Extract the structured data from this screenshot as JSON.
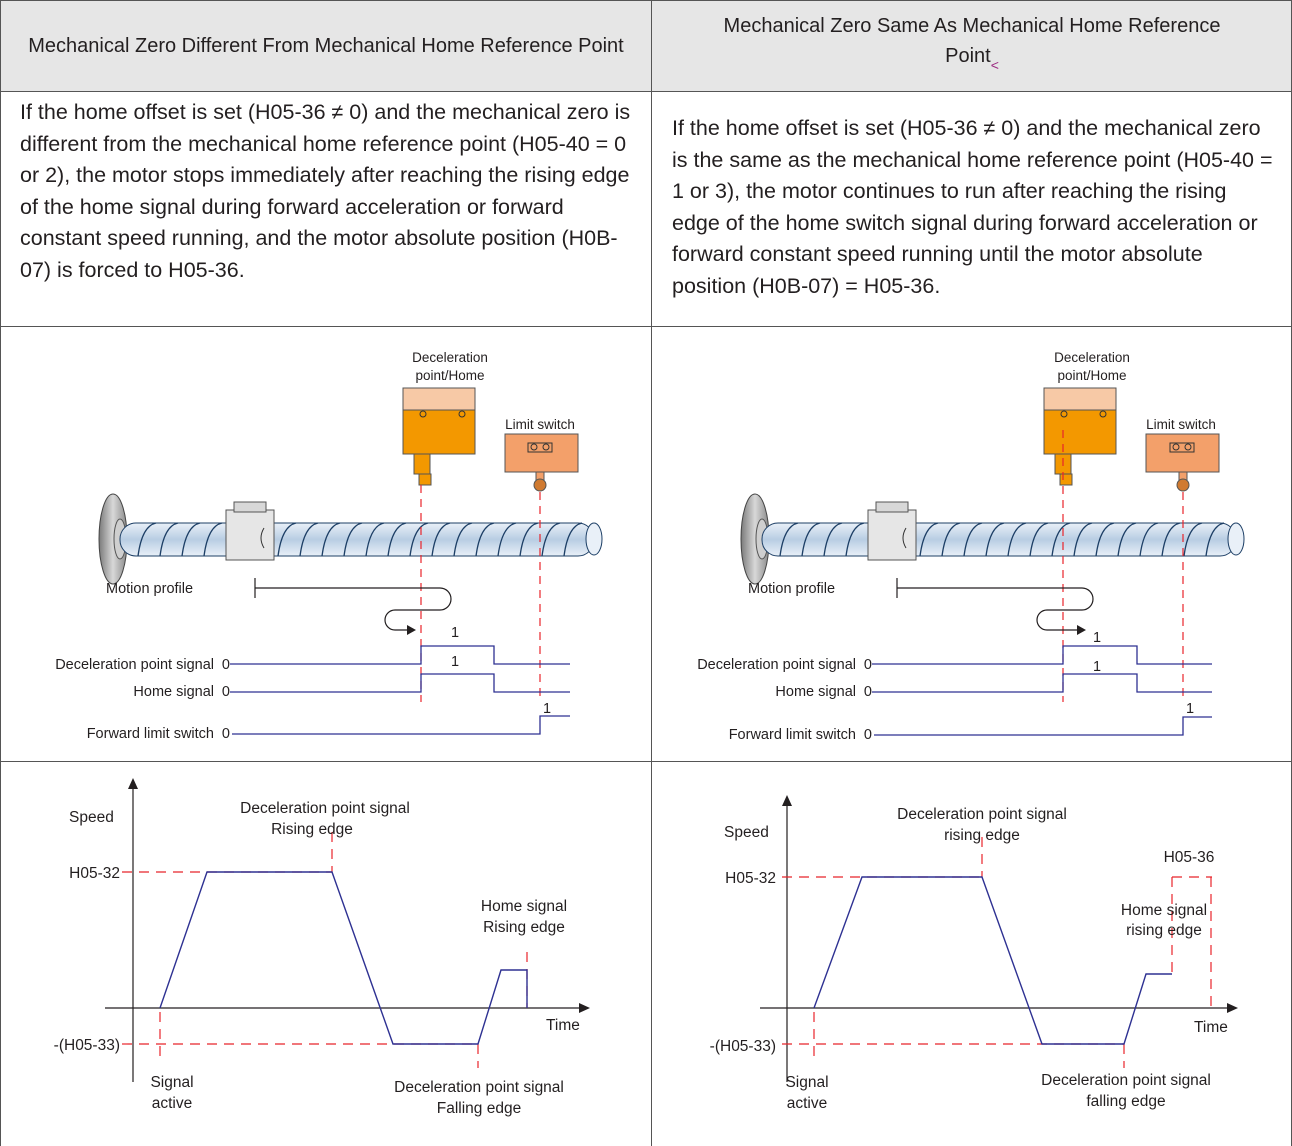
{
  "table": {
    "left": {
      "header": "Mechanical Zero Different From Mechanical Home Reference Point",
      "description": "If the home offset is set (H05-36 ≠ 0) and the mechanical zero is different from the mechanical home reference point (H05-40 = 0 or 2), the motor stops immediately after reaching the rising edge of the home signal during forward acceleration or forward constant speed running, and the motor absolute position (H0B-07) is forced to H05-36.",
      "mechanism": {
        "decel_label_1": "Deceleration",
        "decel_label_2": "point/Home",
        "limit_label": "Limit switch",
        "motion_profile": "Motion profile",
        "signals": [
          {
            "name": "Deceleration point signal",
            "low": "0",
            "high": "1"
          },
          {
            "name": "Home signal",
            "low": "0",
            "high": "1"
          },
          {
            "name": "Forward limit switch",
            "low": "0",
            "high": "1"
          }
        ]
      },
      "speed_chart": {
        "ylabel": "Speed",
        "xlabel": "Time",
        "y_pos": "H05-32",
        "y_neg": "-(H05-33)",
        "ann_decel_rise_1": "Deceleration point signal",
        "ann_decel_rise_2": "Rising edge",
        "ann_home_1": "Home signal",
        "ann_home_2": "Rising edge",
        "ann_signal_1": "Signal",
        "ann_signal_2": "active",
        "ann_decel_fall_1": "Deceleration point signal",
        "ann_decel_fall_2": "Falling edge"
      }
    },
    "right": {
      "header_line1": "Mechanical Zero Same As Mechanical Home Reference",
      "header_line2": "Point",
      "header_mark": "<",
      "description": "If the home offset is set (H05-36 ≠ 0) and the mechanical zero is the same as the mechanical home reference point (H05-40 = 1 or 3), the motor continues to run after reaching the rising edge of the home switch signal during forward acceleration or forward constant speed running until the motor absolute position (H0B-07) = H05-36.",
      "mechanism": {
        "decel_label_1": "Deceleration",
        "decel_label_2": "point/Home",
        "limit_label": "Limit switch",
        "motion_profile": "Motion profile",
        "signals": [
          {
            "name": "Deceleration point signal",
            "low": "0",
            "high": "1"
          },
          {
            "name": "Home signal",
            "low": "0",
            "high": "1"
          },
          {
            "name": "Forward limit switch",
            "low": "0",
            "high": "1"
          }
        ]
      },
      "speed_chart": {
        "ylabel": "Speed",
        "xlabel": "Time",
        "y_pos": "H05-32",
        "y_neg": "-(H05-33)",
        "y_offset": "H05-36",
        "ann_decel_rise_1": "Deceleration point signal",
        "ann_decel_rise_2": "rising edge",
        "ann_home_1": "Home signal",
        "ann_home_2": "rising edge",
        "ann_signal_1": "Signal",
        "ann_signal_2": "active",
        "ann_decel_fall_1": "Deceleration point signal",
        "ann_decel_fall_2": "falling edge"
      }
    }
  }
}
